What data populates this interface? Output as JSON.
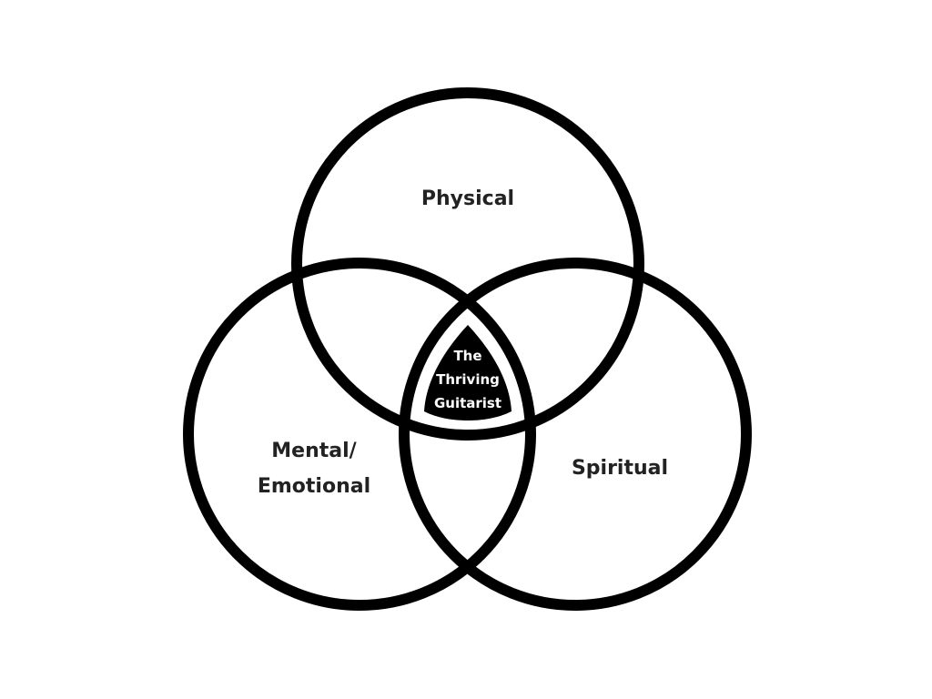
{
  "colors": {
    "stroke": "#000000",
    "text": "#222222",
    "center_fill": "#000000",
    "center_text": "#ffffff",
    "background": "#ffffff"
  },
  "circles": {
    "top": {
      "label": "Physical"
    },
    "left": {
      "label_line1": "Mental/",
      "label_line2": "Emotional"
    },
    "right": {
      "label": "Spiritual"
    }
  },
  "center": {
    "line1": "The",
    "line2": "Thriving",
    "line3": "Guitarist"
  }
}
